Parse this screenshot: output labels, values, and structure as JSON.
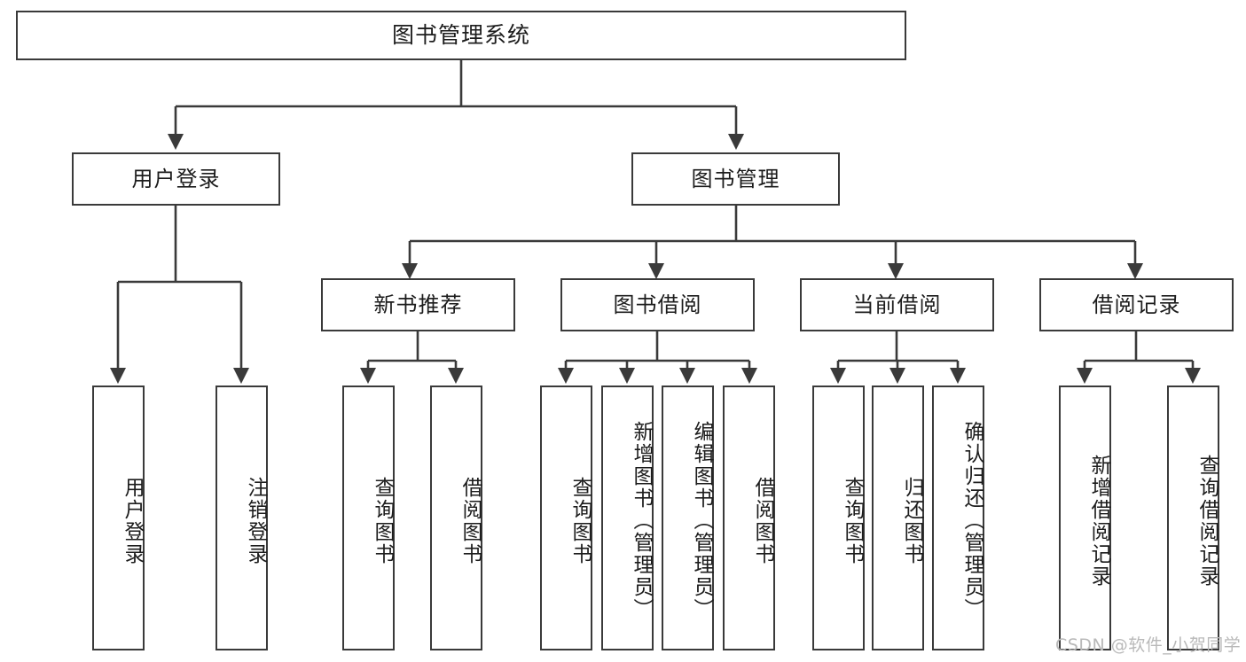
{
  "diagram": {
    "title": "图书管理系统",
    "type": "tree-hierarchy-chart",
    "watermark": "CSDN @软件_小贺同学",
    "colors": {
      "stroke": "#3a3a3a",
      "fill": "#ffffff",
      "text": "#1c1c1c",
      "watermark": "#b9b9b9"
    }
  },
  "nodes": {
    "root": {
      "label": "图书管理系统"
    },
    "level2": [
      {
        "id": "user-login",
        "label": "用户登录"
      },
      {
        "id": "book-manage",
        "label": "图书管理"
      }
    ],
    "level3": [
      {
        "id": "new-book-recommend",
        "label": "新书推荐"
      },
      {
        "id": "book-borrow",
        "label": "图书借阅"
      },
      {
        "id": "current-borrow",
        "label": "当前借阅"
      },
      {
        "id": "borrow-record",
        "label": "借阅记录"
      }
    ],
    "leaves": {
      "user_login": [
        {
          "id": "leaf-user-login",
          "label": "用户登录"
        },
        {
          "id": "leaf-logout-login",
          "label": "注销登录"
        }
      ],
      "new_book_recommend": [
        {
          "id": "leaf-query-book-1",
          "label": "查询图书"
        },
        {
          "id": "leaf-borrow-book-1",
          "label": "借阅图书"
        }
      ],
      "book_borrow": [
        {
          "id": "leaf-query-book-2",
          "label": "查询图书"
        },
        {
          "id": "leaf-add-book",
          "label": "新增图书（管理员）"
        },
        {
          "id": "leaf-edit-book",
          "label": "编辑图书（管理员）"
        },
        {
          "id": "leaf-borrow-book-2",
          "label": "借阅图书"
        }
      ],
      "current_borrow": [
        {
          "id": "leaf-query-book-3",
          "label": "查询图书"
        },
        {
          "id": "leaf-return-book",
          "label": "归还图书"
        },
        {
          "id": "leaf-confirm-return",
          "label": "确认归还（管理员）"
        }
      ],
      "borrow_record": [
        {
          "id": "leaf-add-record",
          "label": "新增借阅记录"
        },
        {
          "id": "leaf-query-record",
          "label": "查询借阅记录"
        }
      ]
    }
  }
}
